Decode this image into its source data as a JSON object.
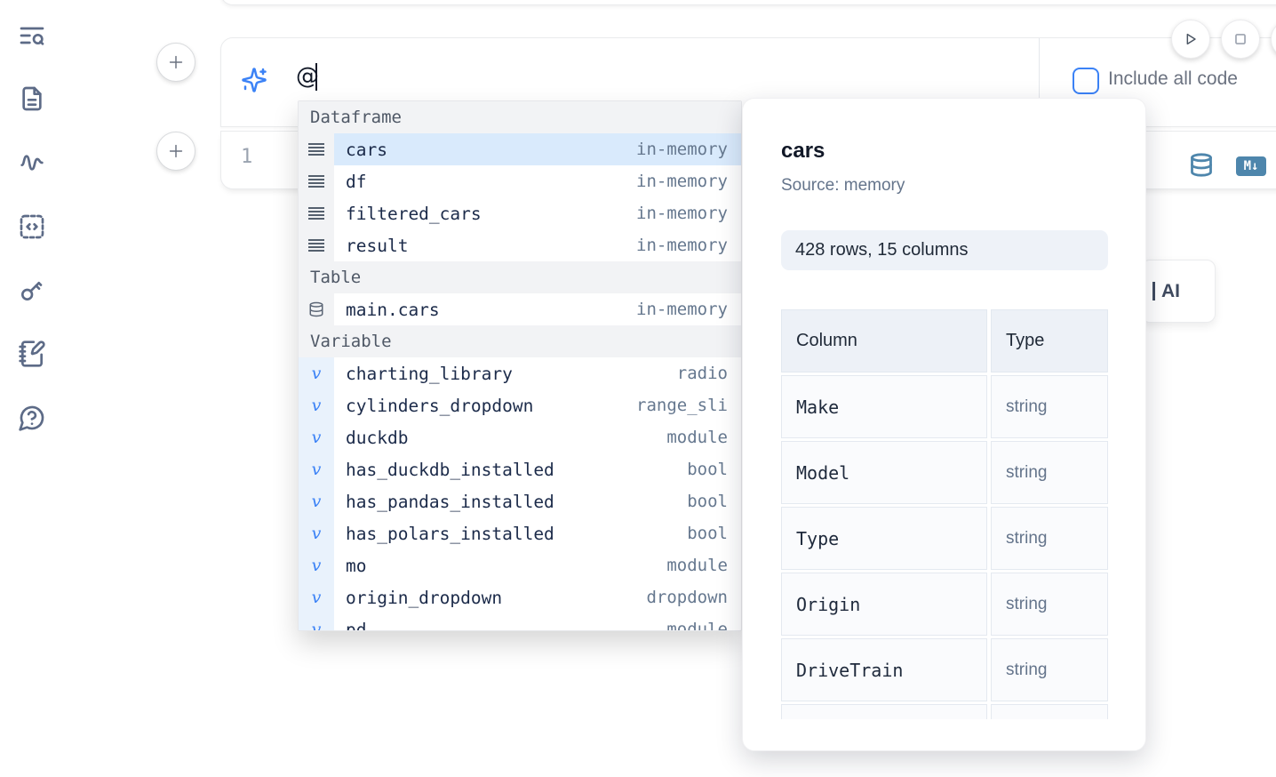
{
  "sidebar": {
    "icons": [
      "notebook-search-icon",
      "file-document-icon",
      "activity-pulse-icon",
      "code-snippet-icon",
      "key-icon",
      "scratchpad-icon",
      "help-chat-icon"
    ]
  },
  "toolbar": {
    "run_button_icon": "play-icon",
    "stop_button_icon": "stop-square-icon"
  },
  "prompt": {
    "value": "@",
    "sparkle_icon": "ai-sparkles-icon",
    "include_all_code_label": "Include all code",
    "checkbox_checked": false
  },
  "cell": {
    "line_number": "1",
    "datasource_icon": "database-icon",
    "markdown_badge_label": "M↓"
  },
  "ai_card": {
    "label": "AI"
  },
  "autocomplete": {
    "sections": [
      {
        "label": "Dataframe",
        "kind": "dataframe",
        "items": [
          {
            "name": "cars",
            "type": "in-memory",
            "selected": true
          },
          {
            "name": "df",
            "type": "in-memory"
          },
          {
            "name": "filtered_cars",
            "type": "in-memory"
          },
          {
            "name": "result",
            "type": "in-memory"
          }
        ]
      },
      {
        "label": "Table",
        "kind": "table",
        "items": [
          {
            "name": "main.cars",
            "type": "in-memory"
          }
        ]
      },
      {
        "label": "Variable",
        "kind": "variable",
        "items": [
          {
            "name": "charting_library",
            "type": "radio"
          },
          {
            "name": "cylinders_dropdown",
            "type": "range_sli"
          },
          {
            "name": "duckdb",
            "type": "module"
          },
          {
            "name": "has_duckdb_installed",
            "type": "bool"
          },
          {
            "name": "has_pandas_installed",
            "type": "bool"
          },
          {
            "name": "has_polars_installed",
            "type": "bool"
          },
          {
            "name": "mo",
            "type": "module"
          },
          {
            "name": "origin_dropdown",
            "type": "dropdown"
          },
          {
            "name": "pd",
            "type": "module"
          }
        ]
      }
    ]
  },
  "preview": {
    "title": "cars",
    "source": "Source: memory",
    "shape": "428 rows, 15 columns",
    "table": {
      "headers": [
        "Column",
        "Type"
      ],
      "rows": [
        [
          "Make",
          "string"
        ],
        [
          "Model",
          "string"
        ],
        [
          "Type",
          "string"
        ],
        [
          "Origin",
          "string"
        ],
        [
          "DriveTrain",
          "string"
        ]
      ]
    }
  }
}
